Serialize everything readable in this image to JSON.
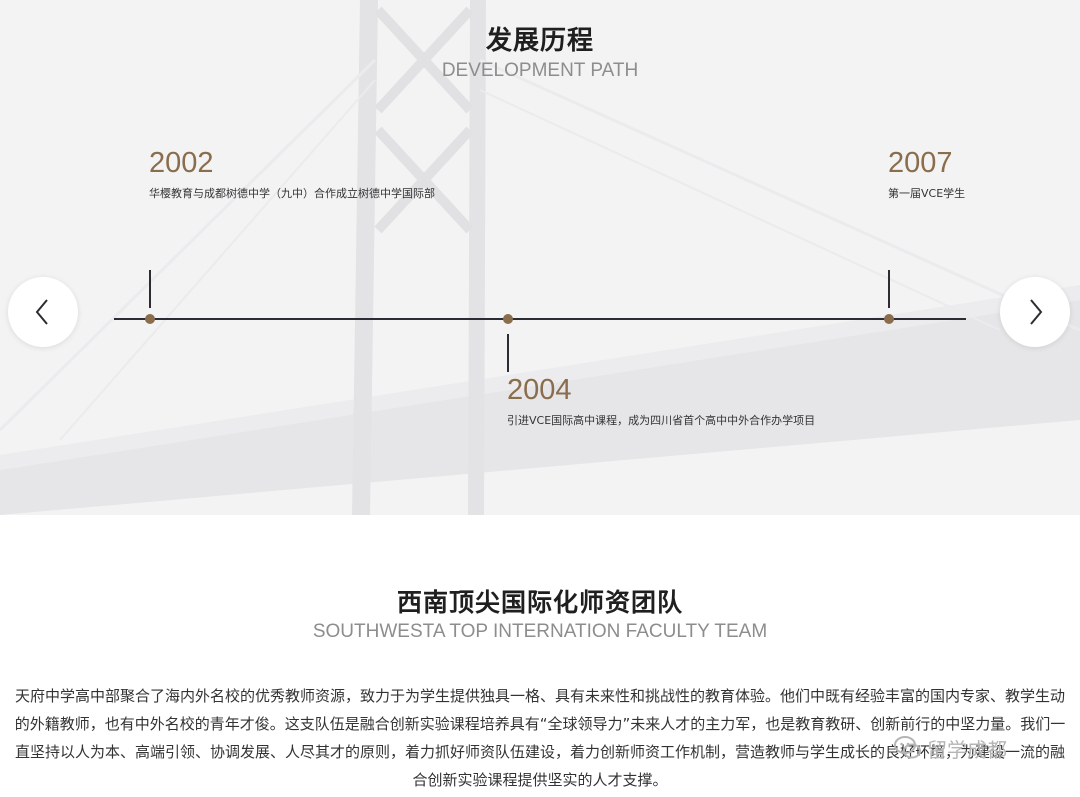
{
  "history": {
    "title": "发展历程",
    "subtitle": "DEVELOPMENT PATH",
    "milestones": [
      {
        "year": "2002",
        "text": "华樱教育与成都树德中学（九中）合作成立树德中学国际部"
      },
      {
        "year": "2004",
        "text": "引进VCE国际高中课程，成为四川省首个高中中外合作办学项目"
      },
      {
        "year": "2007",
        "text": "第一届VCE学生"
      }
    ]
  },
  "navigation": {
    "prev_icon": "chevron-left-icon",
    "next_icon": "chevron-right-icon"
  },
  "faculty": {
    "title": "西南顶尖国际化师资团队",
    "subtitle": "SOUTHWESTA TOP INTERNATION FACULTY TEAM",
    "paragraph": "天府中学高中部聚合了海内外名校的优秀教师资源，致力于为学生提供独具一格、具有未来性和挑战性的教育体验。他们中既有经验丰富的国内专家、教学生动的外籍教师，也有中外名校的青年才俊。这支队伍是融合创新实验课程培养具有“全球领导力”未来人才的主力军，也是教育教研、创新前行的中坚力量。我们一直坚持以人为本、高端引领、协调发展、人尽其才的原则，着力抓好师资队伍建设，着力创新师资工作机制，营造教师与学生成长的良好环境，为建设一流的融合创新实验课程提供坚实的人才支撑。"
  },
  "watermark": {
    "text": "留学成都",
    "icon": "wechat-icon"
  },
  "colors": {
    "accent": "#8a6d4c",
    "line": "#2c2c34",
    "section_bg": "#f3f3f4"
  }
}
